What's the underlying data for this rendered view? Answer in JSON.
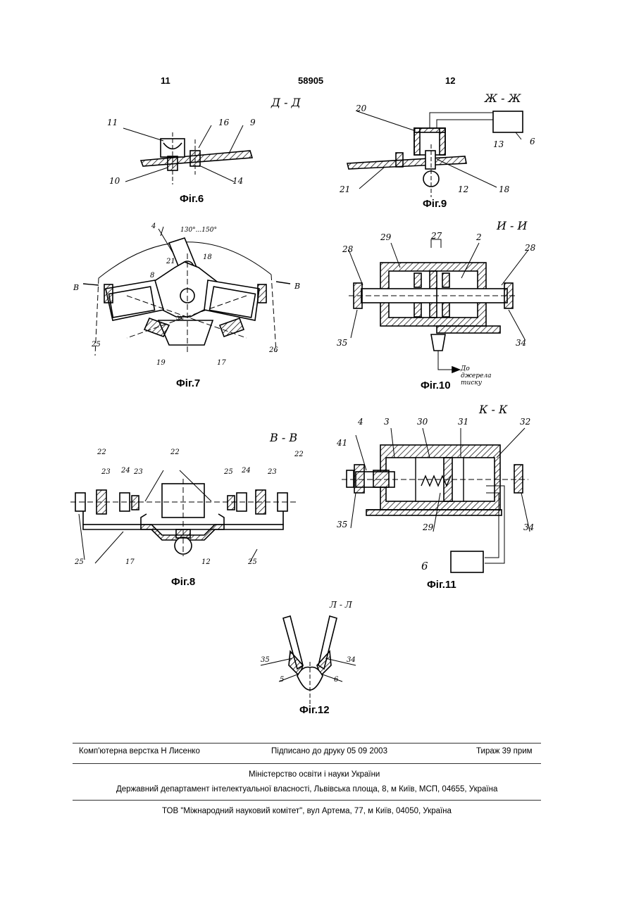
{
  "header": {
    "left_page": "11",
    "patent_number": "58905",
    "right_page": "12"
  },
  "figures": [
    {
      "caption": "Фіг.6",
      "section": "Д - Д",
      "labels": [
        "11",
        "16",
        "9",
        "10",
        "14"
      ]
    },
    {
      "caption": "Фіг.9",
      "section": "Ж - Ж",
      "labels": [
        "20",
        "6",
        "13",
        "21",
        "12",
        "18"
      ]
    },
    {
      "caption": "Фіг.7",
      "section": "",
      "labels": [
        "4",
        "130°...150°",
        "21",
        "18",
        "8",
        "В",
        "В",
        "ж",
        "25",
        "26",
        "19",
        "17"
      ]
    },
    {
      "caption": "Фіг.10",
      "section": "И - И",
      "labels": [
        "28",
        "29",
        "27",
        "2",
        "28",
        "35",
        "34"
      ],
      "note": "До джерела тиску"
    },
    {
      "caption": "Фіг.8",
      "section": "В - В",
      "labels": [
        "22",
        "23",
        "24",
        "23",
        "22",
        "25",
        "24",
        "23",
        "22",
        "25",
        "17",
        "12",
        "25"
      ]
    },
    {
      "caption": "Фіг.11",
      "section": "К - К",
      "labels": [
        "4",
        "3",
        "30",
        "31",
        "32",
        "41",
        "35",
        "29",
        "34",
        "6"
      ]
    },
    {
      "caption": "Фіг.12",
      "section": "Л - Л",
      "labels": [
        "35",
        "34",
        "5",
        "6"
      ]
    }
  ],
  "footer": {
    "typesetting": "Комп'ютерна верстка Н  Лисенко",
    "signed": "Підписано до друку 05 09 2003",
    "circulation": "Тираж 39 прим",
    "ministry": "Міністерство освіти і науки України",
    "department": "Державний департамент інтелектуальної власності, Львівська площа, 8, м  Київ, МСП, 04655, Україна",
    "publisher": "ТОВ \"Міжнародний науковий комітет\", вул  Артема, 77, м  Київ, 04050, Україна"
  }
}
